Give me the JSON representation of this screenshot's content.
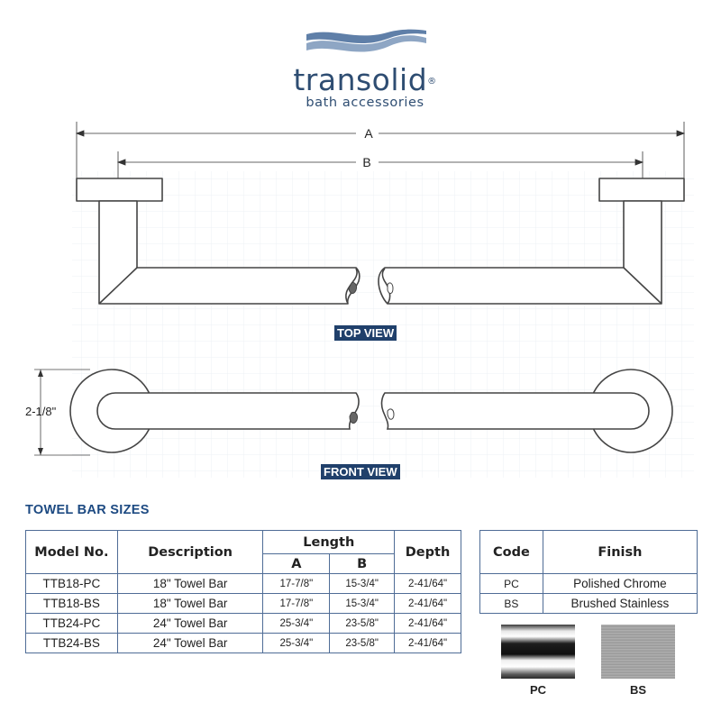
{
  "logo": {
    "name": "transolid",
    "registered": "®",
    "tagline": "bath accessories"
  },
  "dimensions": {
    "a_label": "A",
    "b_label": "B",
    "height_label": "2-1/8\""
  },
  "views": {
    "top_label": "TOP VIEW",
    "front_label": "FRONT VIEW"
  },
  "sizes": {
    "title": "TOWEL BAR SIZES",
    "headers": {
      "model": "Model No.",
      "description": "Description",
      "length": "Length",
      "a": "A",
      "b": "B",
      "depth": "Depth"
    },
    "rows": [
      {
        "model": "TTB18-PC",
        "description": "18\" Towel Bar",
        "a": "17-7/8\"",
        "b": "15-3/4\"",
        "depth": "2-41/64\""
      },
      {
        "model": "TTB18-BS",
        "description": "18\" Towel Bar",
        "a": "17-7/8\"",
        "b": "15-3/4\"",
        "depth": "2-41/64\""
      },
      {
        "model": "TTB24-PC",
        "description": "24\" Towel Bar",
        "a": "25-3/4\"",
        "b": "23-5/8\"",
        "depth": "2-41/64\""
      },
      {
        "model": "TTB24-BS",
        "description": "24\" Towel Bar",
        "a": "25-3/4\"",
        "b": "23-5/8\"",
        "depth": "2-41/64\""
      }
    ]
  },
  "finishes": {
    "headers": {
      "code": "Code",
      "finish": "Finish"
    },
    "rows": [
      {
        "code": "PC",
        "finish": "Polished Chrome"
      },
      {
        "code": "BS",
        "finish": "Brushed Stainless"
      }
    ],
    "swatches": [
      {
        "code": "PC",
        "color": "#7a7a7a"
      },
      {
        "code": "BS",
        "color": "#9c9c9c"
      }
    ]
  },
  "colors": {
    "brand": "#2e4d72",
    "label_bg": "#20406b",
    "table_border": "#4f6c96",
    "heading": "#1d4a82"
  }
}
